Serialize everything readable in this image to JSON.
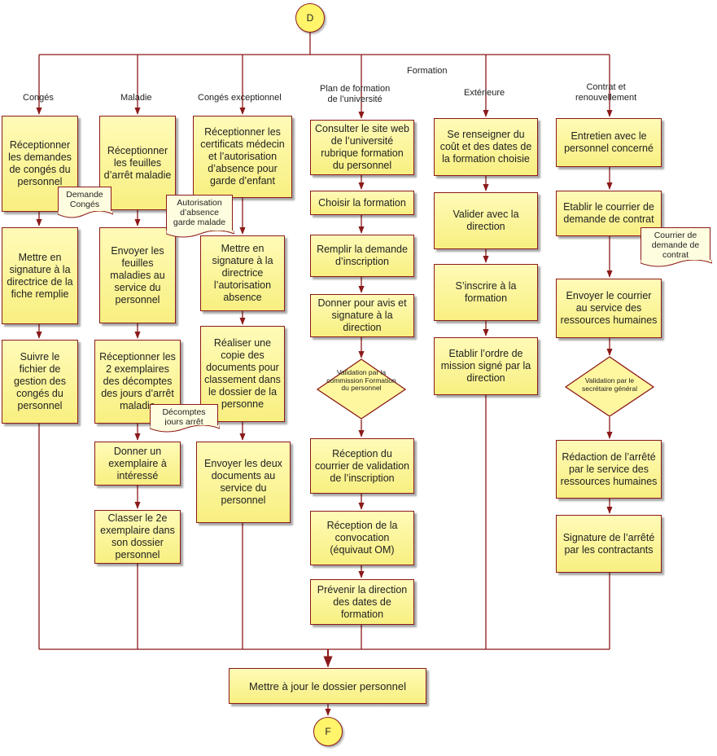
{
  "start_label": "D",
  "end_label": "F",
  "formation_label": "Formation",
  "columns": {
    "conges": "Congés",
    "maladie": "Maladie",
    "exceptionnel": "Congés exceptionnel",
    "plan": "Plan de formation\nde l’université",
    "exterieure": "Extérieure",
    "contrat": "Contrat et\nrenouvellement"
  },
  "conges_steps": [
    "Réceptionner les demandes de congés du personnel",
    "Mettre en signature à la directrice de la fiche remplie",
    "Suivre le fichier de gestion des congés du personnel"
  ],
  "maladie_steps": [
    "Réceptionner les feuilles d’arrêt maladie",
    "Envoyer les feuilles maladies au service du personnel",
    "Réceptionner les 2 exemplaires des décomptes des jours d’arrêt maladie",
    "Donner un exemplaire à intéressé",
    "Classer le 2e exemplaire dans son dossier personnel"
  ],
  "exceptionnel_steps": [
    "Réceptionner les certificats médecin et l’autorisation d’absence pour garde d’enfant",
    "Mettre en signature à la directrice l’autorisation absence",
    "Réaliser une copie des documents pour classement dans le dossier de la personne",
    "Envoyer les deux documents au service du personnel"
  ],
  "plan_steps": [
    "Consulter le site web de l’université rubrique formation du personnel",
    "Choisir la formation",
    "Remplir la demande d’inscription",
    "Donner pour avis et signature à la direction",
    "Réception du courrier de validation de l’inscription",
    "Réception de la convocation (équivaut OM)",
    "Prévenir la direction des dates de formation"
  ],
  "plan_decision": "Validation par la commission Formation du personnel",
  "exterieure_steps": [
    "Se renseigner du coût et des dates de la formation choisie",
    "Valider avec la direction",
    "S’inscrire à la formation",
    "Etablir l’ordre de mission signé par la direction"
  ],
  "contrat_steps": [
    "Entretien avec le personnel concerné",
    "Etablir le courrier de demande de contrat",
    "Envoyer le courrier au service des ressources humaines",
    "Rédaction de l’arrêté par le service des ressources humaines",
    "Signature de l’arrêté par les contractants"
  ],
  "contrat_decision": "Validation par le secrétaire général",
  "documents": {
    "demande_conges": "Demande\nCongés",
    "autorisation": "Autorisation\nd’absence\ngarde malade",
    "decomptes": "Décomptes\njours arrêt",
    "courrier_contrat": "Courrier de\ndemande de\ncontrat"
  },
  "final_step": "Mettre à jour le dossier personnel",
  "colors": {
    "box_fill": "#fff7a0",
    "border": "#8b1a1a",
    "arrow": "#8b1a1a"
  }
}
